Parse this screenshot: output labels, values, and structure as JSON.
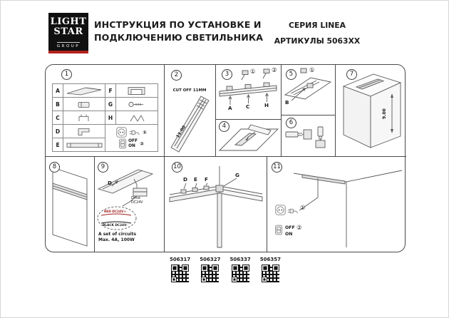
{
  "logo": {
    "light": "LIGHT",
    "star": "STAR",
    "group": "GROUP"
  },
  "header": {
    "title_line1": "ИНСТРУКЦИЯ ПО УСТАНОВКЕ И",
    "title_line2": "ПОДКЛЮЧЕНИЮ СВЕТИЛЬНИКА",
    "series": "СЕРИЯ LINEA",
    "articles": "АРТИКУЛЫ 5063XX"
  },
  "panels": {
    "p1": {
      "number": "1",
      "rows_left": [
        "A",
        "B",
        "C",
        "D",
        "E"
      ],
      "rows_right": [
        "F",
        "G",
        "H"
      ],
      "socket_step": "①",
      "switch_off": "OFF",
      "switch_on": "ON",
      "switch_step": "②"
    },
    "p2": {
      "number": "2",
      "cut_off": "CUT OFF 11MM",
      "dim": "11.00"
    },
    "p3": {
      "number": "3",
      "step1": "①",
      "step2": "②",
      "label_a": "A",
      "label_c": "C",
      "label_h": "H"
    },
    "p4": {
      "number": "4"
    },
    "p5": {
      "number": "5",
      "step1": "①",
      "label_b": "B"
    },
    "p6": {
      "number": "6"
    },
    "p7": {
      "number": "7",
      "dim": "9.00"
    },
    "p8": {
      "number": "8"
    },
    "p9": {
      "number": "9",
      "label_d": "D",
      "driver": "Drive DC24V",
      "wire_red": "RED DC24V+",
      "wire_black": "BLACK DC24V-",
      "note_line1": "A set of circuits",
      "note_line2": "Max. 4A, 100W"
    },
    "p10": {
      "number": "10",
      "label_d": "D",
      "label_e": "E",
      "label_f": "F",
      "label_g": "G"
    },
    "p11": {
      "number": "11",
      "socket_step": "①",
      "switch_off": "OFF",
      "switch_on": "ON",
      "switch_step": "②"
    }
  },
  "articles_qr": [
    "506317",
    "506327",
    "506337",
    "506357"
  ]
}
